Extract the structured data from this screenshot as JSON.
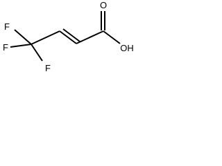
{
  "structure": {
    "atoms": [
      {
        "id": "F1",
        "label": "F"
      },
      {
        "id": "F2",
        "label": "F"
      },
      {
        "id": "F3",
        "label": "F"
      },
      {
        "id": "C1",
        "label": ""
      },
      {
        "id": "C2",
        "label": ""
      },
      {
        "id": "C3",
        "label": ""
      },
      {
        "id": "C4",
        "label": ""
      },
      {
        "id": "O1",
        "label": "O"
      },
      {
        "id": "O2",
        "label": "OH"
      }
    ],
    "bonds": [
      {
        "from": "F1",
        "to": "C1",
        "order": 1
      },
      {
        "from": "F2",
        "to": "C1",
        "order": 1
      },
      {
        "from": "F3",
        "to": "C1",
        "order": 1
      },
      {
        "from": "C1",
        "to": "C2",
        "order": 1
      },
      {
        "from": "C2",
        "to": "C3",
        "order": 2
      },
      {
        "from": "C3",
        "to": "C4",
        "order": 1
      },
      {
        "from": "C4",
        "to": "O1",
        "order": 2
      },
      {
        "from": "C4",
        "to": "O2",
        "order": 1
      }
    ],
    "colors": {
      "bond": "#000000",
      "label": "#000000",
      "background": "#ffffff"
    }
  }
}
